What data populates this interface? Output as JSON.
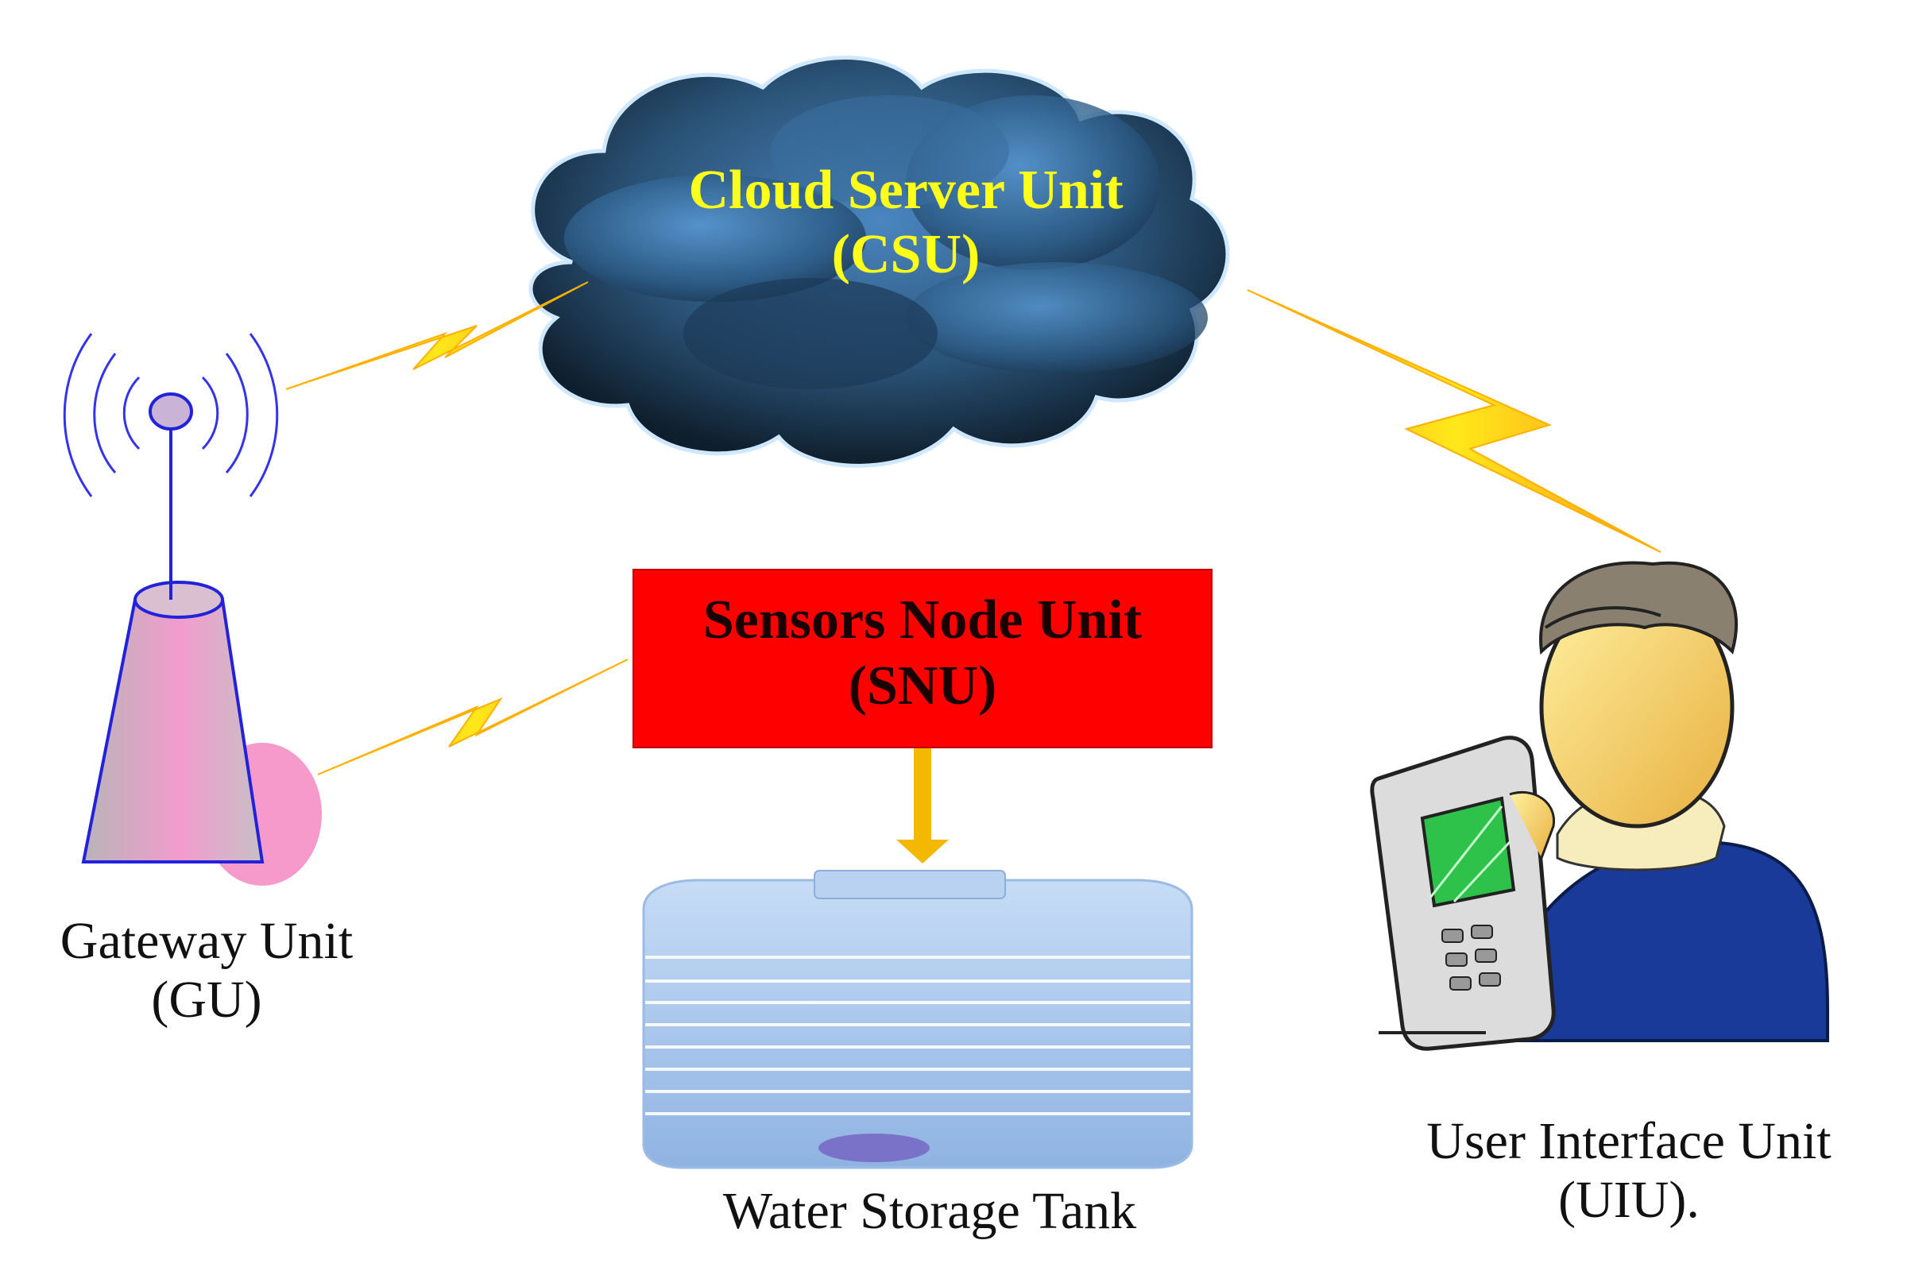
{
  "cloud": {
    "title": "Cloud Server Unit",
    "abbr": "(CSU)"
  },
  "snu": {
    "title": "Sensors Node Unit",
    "abbr": "(SNU)"
  },
  "gateway": {
    "title": "Gateway Unit",
    "abbr": "(GU)"
  },
  "tank": {
    "title": "Water Storage Tank"
  },
  "uiu": {
    "title": "User Interface Unit",
    "abbr": "(UIU)."
  },
  "colors": {
    "cloud_label": "#ffff1a",
    "snu_box": "#ff0000",
    "lightning": "#ffcc00",
    "tank": "#a9c8ee",
    "gateway_tower": "#e89ac4",
    "antenna": "#1a1aee"
  },
  "icons": [
    "cloud-icon",
    "gateway-tower-icon",
    "water-tank-icon",
    "user-with-phone-icon",
    "lightning-link-icon",
    "down-arrow-icon"
  ]
}
